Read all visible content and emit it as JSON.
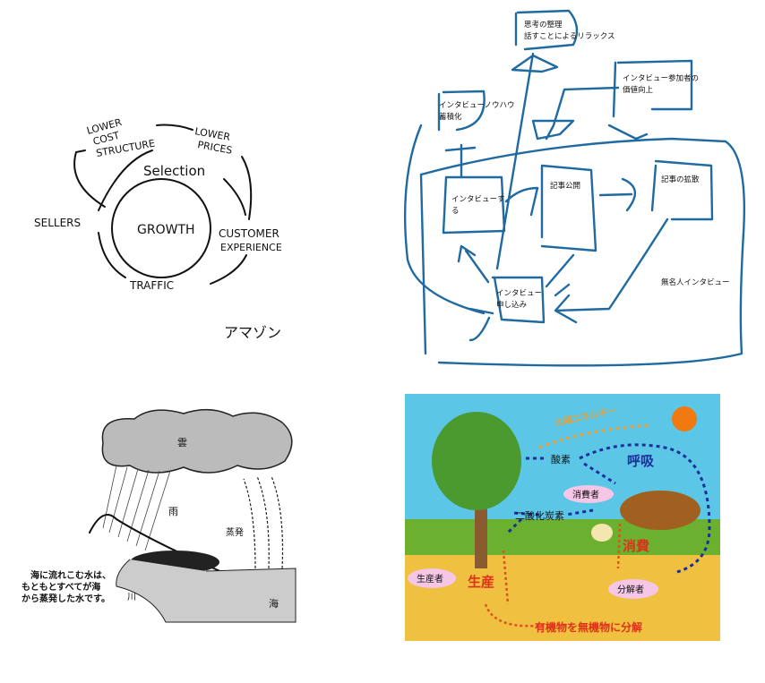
{
  "amazon": {
    "lower_cost_1": "LOWER",
    "lower_cost_2": "COST",
    "lower_cost_3": "STRUCTURE",
    "lower_prices_1": "LOWER",
    "lower_prices_2": "PRICES",
    "selection": "Selection",
    "growth": "GROWTH",
    "sellers": "SELLERS",
    "customer_1": "CUSTOMER",
    "customer_2": "EXPERIENCE",
    "traffic": "TRAFFIC",
    "caption": "アマゾン"
  },
  "interview": {
    "thought_1": "思考の整理",
    "thought_2": "話すことによるリラックス",
    "value_1": "インタビュー参加者の",
    "value_2": "価値向上",
    "knowhow_1": "インタビューノウハウ",
    "knowhow_2": "蓄積化",
    "interview_1": "インタビューす",
    "interview_2": "る",
    "publish": "記事公開",
    "spread": "記事の拡散",
    "apply_1": "インタビュー",
    "apply_2": "申し込み",
    "anon": "無名人インタビュー"
  },
  "water": {
    "cloud": "雲",
    "rain": "雨",
    "evap": "蒸発",
    "river": "川",
    "sea": "海",
    "note_1": "海に流れこむ水は、",
    "note_2": "もともとすべてが海",
    "note_3": "から蒸発した水です。"
  },
  "eco": {
    "solar": "太陽エネルギー",
    "oxygen": "酸素",
    "respiration": "呼吸",
    "consumer": "消費者",
    "co2": "二酸化炭素",
    "consumption": "消費",
    "producer": "生産者",
    "production": "生産",
    "decomposer": "分解者",
    "decompose": "有機物を無機物に分解",
    "colors": {
      "sky": "#5cc6e6",
      "ground": "#f0c040",
      "blue_arrow": "#1b2f9a",
      "red_text": "#e0301a"
    }
  }
}
